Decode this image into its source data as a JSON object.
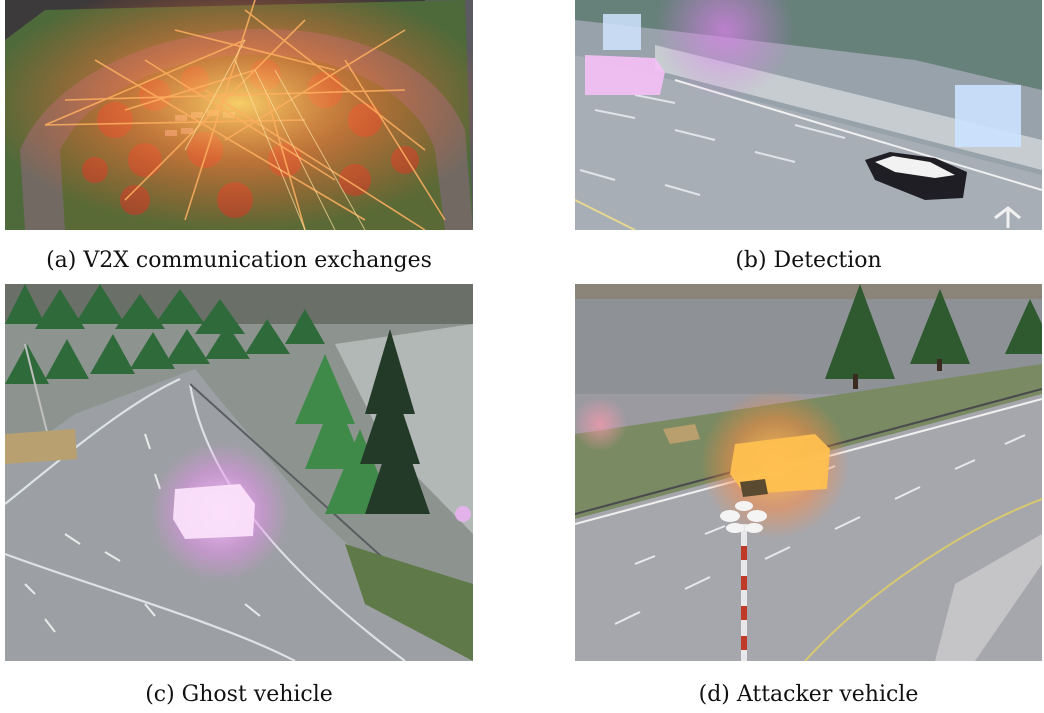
{
  "figure": {
    "panels": [
      {
        "id": "a",
        "caption": "(a) V2X communication exchanges"
      },
      {
        "id": "b",
        "caption": "(b) Detection"
      },
      {
        "id": "c",
        "caption": "(c) Ghost vehicle"
      },
      {
        "id": "d",
        "caption": "(d) Attacker vehicle"
      }
    ]
  }
}
